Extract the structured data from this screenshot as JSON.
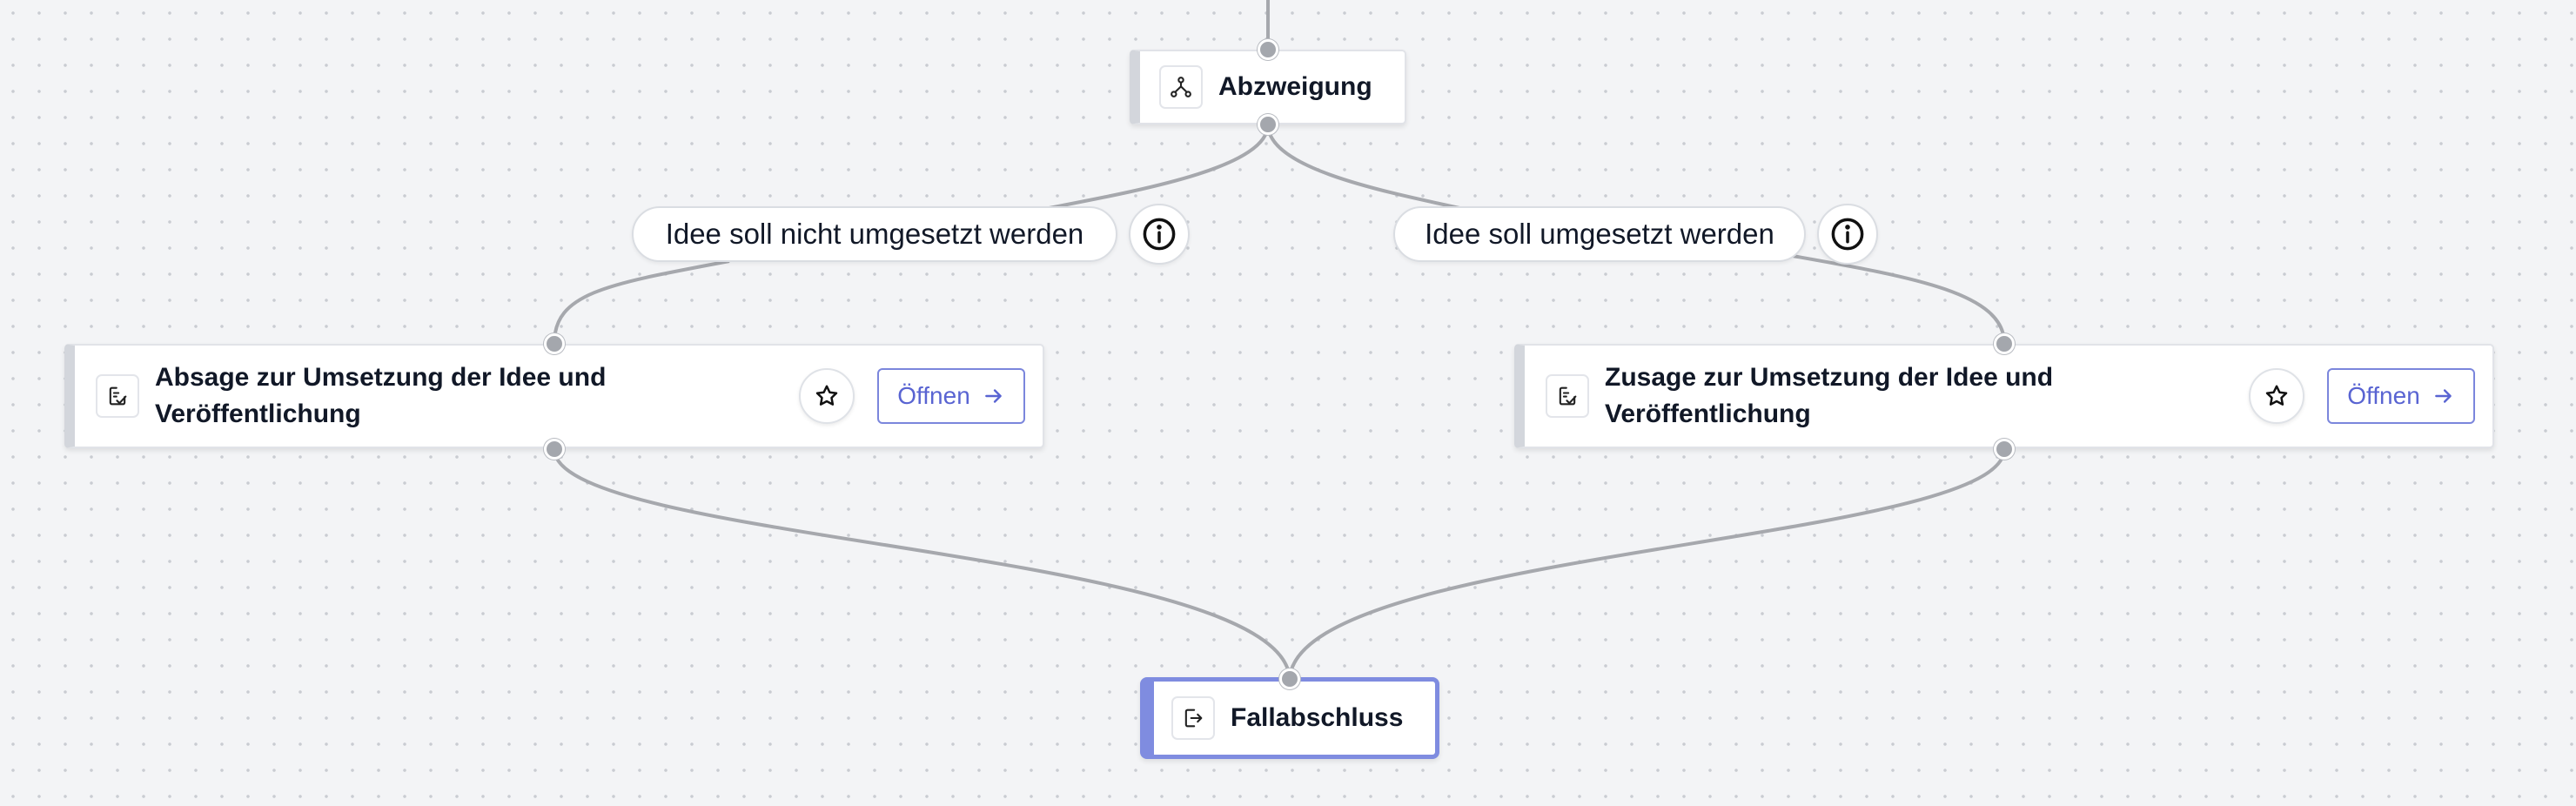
{
  "nodes": {
    "branch": {
      "title": "Abzweigung",
      "icon": "branch-icon"
    },
    "reject": {
      "title_line1": "Absage zur Umsetzung der Idee und",
      "title_line2": "Veröffentlichung",
      "icon": "edit-task-icon",
      "open_label": "Öffnen"
    },
    "approve": {
      "title_line1": "Zusage zur Umsetzung der Idee und",
      "title_line2": "Veröffentlichung",
      "icon": "edit-task-icon",
      "open_label": "Öffnen"
    },
    "end": {
      "title": "Fallabschluss",
      "icon": "exit-icon"
    }
  },
  "conditions": {
    "left": {
      "label": "Idee soll nicht umgesetzt werden"
    },
    "right": {
      "label": "Idee soll umgesetzt werden"
    }
  },
  "colors": {
    "edge": "#a6a8ad",
    "accent": "#7f8ce0",
    "button_text": "#5964d2"
  }
}
